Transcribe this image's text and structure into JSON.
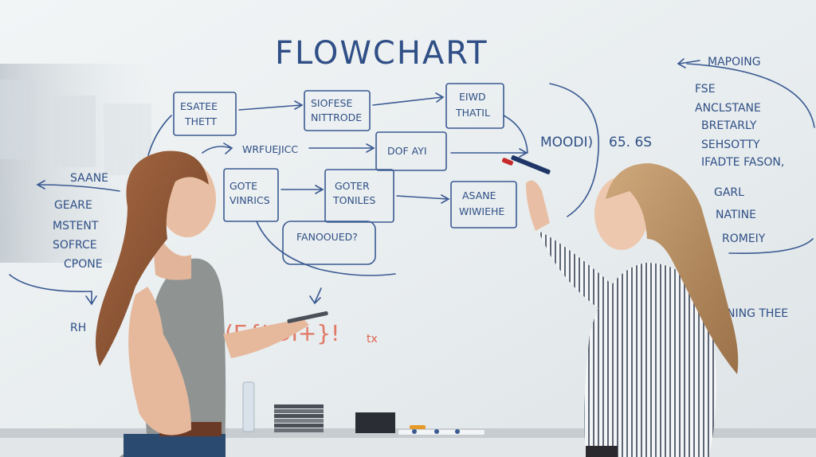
{
  "board": {
    "title": "FLOWCHART",
    "nodes": [
      {
        "id": "n1",
        "lines": [
          "ESATEE",
          "THETT"
        ]
      },
      {
        "id": "n2",
        "lines": [
          "SIOFESE",
          "NITTRODE"
        ]
      },
      {
        "id": "n3",
        "lines": [
          "EIWD",
          "THATIL"
        ]
      },
      {
        "id": "n4",
        "lines": [
          "WRFUEJICC"
        ]
      },
      {
        "id": "n5",
        "lines": [
          "DOF AYI"
        ]
      },
      {
        "id": "n6",
        "lines": [
          "GOTE",
          "VINRICS"
        ]
      },
      {
        "id": "n7",
        "lines": [
          "GOTER",
          "TONILES"
        ]
      },
      {
        "id": "n8",
        "lines": [
          "ASANE",
          "WIWIEHE"
        ]
      },
      {
        "id": "n9",
        "lines": [
          "FANOOUED?"
        ]
      }
    ],
    "right_labels": [
      "MOODI)",
      "65. 6S"
    ],
    "left_list": [
      "SAANE",
      "GEARE",
      "MSTENT",
      "SOFRCE",
      "CPONE"
    ],
    "left_bottom": "RH",
    "right_list": [
      "MAPOING",
      "FSE",
      "ANCLSTANE",
      "BRETARLY",
      "SEHSOTTY",
      "IFADTE FASON,",
      "GARL",
      "NATINE",
      "ROMEIY",
      "NING THEE"
    ],
    "red_scribble": "(E{LDI+}!",
    "red_note": "tx"
  },
  "colors": {
    "ink_blue": "#2f4f86",
    "ink_red": "#e0644e",
    "board": "#e9edee",
    "window": "#c9d1d6"
  }
}
